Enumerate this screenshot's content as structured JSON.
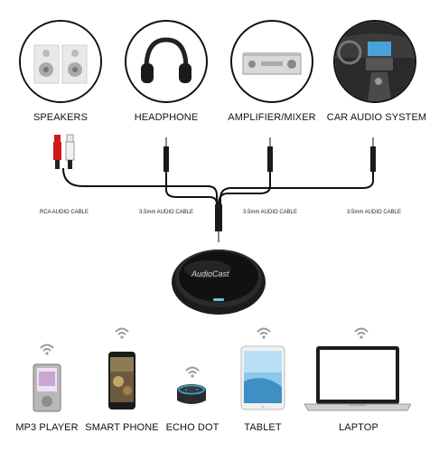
{
  "outputs": [
    {
      "label": "SPEAKERS",
      "icon": "speakers-icon"
    },
    {
      "label": "HEADPHONE",
      "icon": "headphone-icon"
    },
    {
      "label": "AMPLIFIER/MIXER",
      "icon": "amplifier-icon"
    },
    {
      "label": "CAR AUDIO SYSTEM",
      "icon": "car-audio-icon"
    }
  ],
  "cables": [
    {
      "label": "RCA AUDIO CABLE"
    },
    {
      "label": "3.5mm AUDIO CABLE"
    },
    {
      "label": "3.5mm AUDIO CABLE"
    },
    {
      "label": "3.5mm AUDIO CABLE"
    }
  ],
  "hub": {
    "brand": "AudioCast"
  },
  "devices": [
    {
      "label": "MP3 PLAYER",
      "icon": "mp3-player-icon"
    },
    {
      "label": "SMART PHONE",
      "icon": "smartphone-icon"
    },
    {
      "label": "ECHO DOT",
      "icon": "echo-dot-icon"
    },
    {
      "label": "TABLET",
      "icon": "tablet-icon"
    },
    {
      "label": "LAPTOP",
      "icon": "laptop-icon"
    }
  ],
  "colors": {
    "wifi": "#9a9a9a",
    "line": "#111111",
    "rca_red": "#d0191e"
  }
}
